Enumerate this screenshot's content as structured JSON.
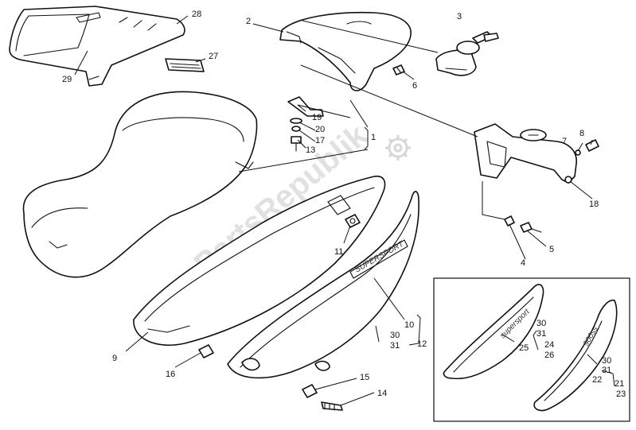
{
  "watermark": {
    "text": "PartsRepublik",
    "icon": "gear-icon",
    "color": "#c8c8c8"
  },
  "callouts": {
    "p1": "1",
    "p2": "2",
    "p3": "3",
    "p4": "4",
    "p5": "5",
    "p6": "6",
    "p7": "7",
    "p8": "8",
    "p9": "9",
    "p10": "10",
    "p11": "11",
    "p12": "12",
    "p13": "13",
    "p14": "14",
    "p15": "15",
    "p16": "16",
    "p17": "17",
    "p18": "18",
    "p19": "19",
    "p20": "20",
    "p27": "27",
    "p28": "28",
    "p29": "29",
    "p30": "30",
    "p31": "31",
    "i25": "25",
    "i30a": "30",
    "i31a": "31",
    "i24": "24",
    "i26": "26",
    "i30b": "30",
    "i31b": "31",
    "i22": "22",
    "i21": "21",
    "i23": "23"
  },
  "emblems": {
    "side_panel": "SUPERSPORT",
    "inset_left": "supersport",
    "inset_right": "900ss"
  }
}
